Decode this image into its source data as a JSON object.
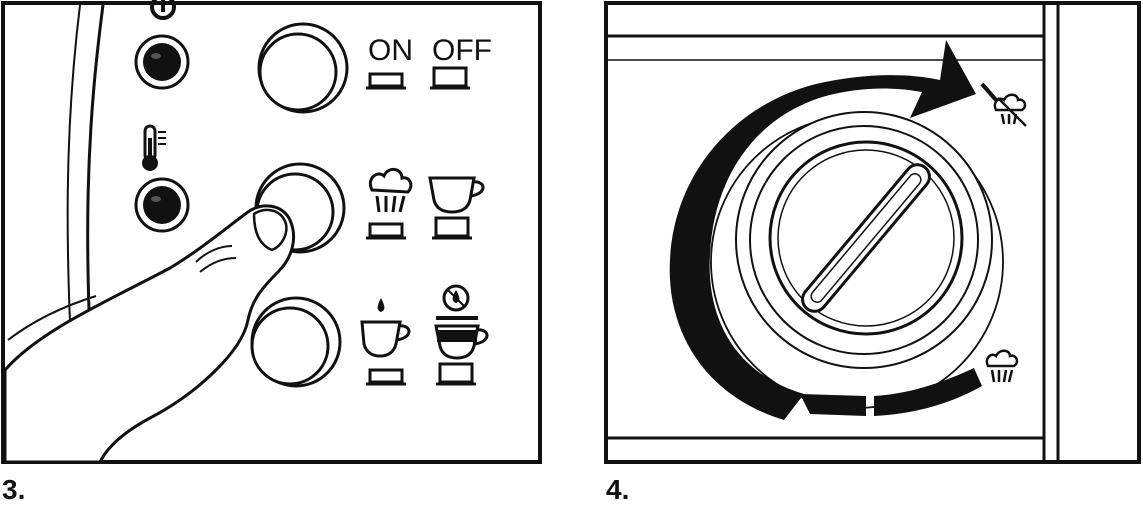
{
  "figures": {
    "panel3": {
      "label": "3.",
      "on_label": "ON",
      "off_label": "OFF"
    },
    "panel4": {
      "label": "4."
    }
  },
  "icons": {
    "panel3": [
      "power-icon",
      "thermometer-icon",
      "steam-icon",
      "cup-icon",
      "single-drop-cup-icon",
      "no-drop-icon",
      "double-cup-icon"
    ],
    "panel4": [
      "rotate-arrow-icon",
      "steam-off-icon",
      "steam-icon"
    ]
  },
  "colors": {
    "ink": "#111111",
    "paper": "#ffffff"
  }
}
